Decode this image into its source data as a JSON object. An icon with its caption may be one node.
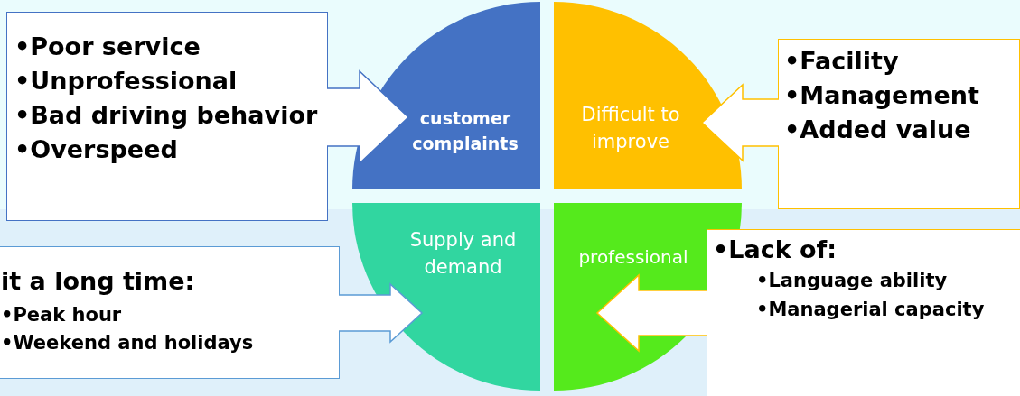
{
  "diagram": {
    "nodes": [
      {
        "text": [
          "customer complaints"
        ]
      },
      {
        "text": [
          "Difficult to improve"
        ]
      },
      {
        "text": [
          "Supply and demand"
        ]
      },
      {
        "text": [
          "professional"
        ]
      },
      {
        "text": [
          "•Poor service",
          "•Unprofessional",
          "•Bad driving behavior",
          "•Overspeed"
        ]
      },
      {
        "text": [
          "•Facility",
          "•Management",
          "•Added value"
        ]
      },
      {
        "text": [
          "it a long time:",
          "•Peak hour",
          "•Weekend and holidays"
        ]
      },
      {
        "text": [
          "•Lack of:",
          "•Language ability",
          "•Managerial capacity"
        ]
      }
    ],
    "edges": [
      {
        "from": 4,
        "to": 0,
        "arrow": "to",
        "color": "#4472c4"
      },
      {
        "from": 5,
        "to": 1,
        "arrow": "to",
        "color": "#ffc000"
      },
      {
        "from": 6,
        "to": 2,
        "arrow": "to",
        "color": "#5b9bd5"
      },
      {
        "from": 7,
        "to": 3,
        "arrow": "to",
        "color": "#ffc000"
      }
    ]
  }
}
